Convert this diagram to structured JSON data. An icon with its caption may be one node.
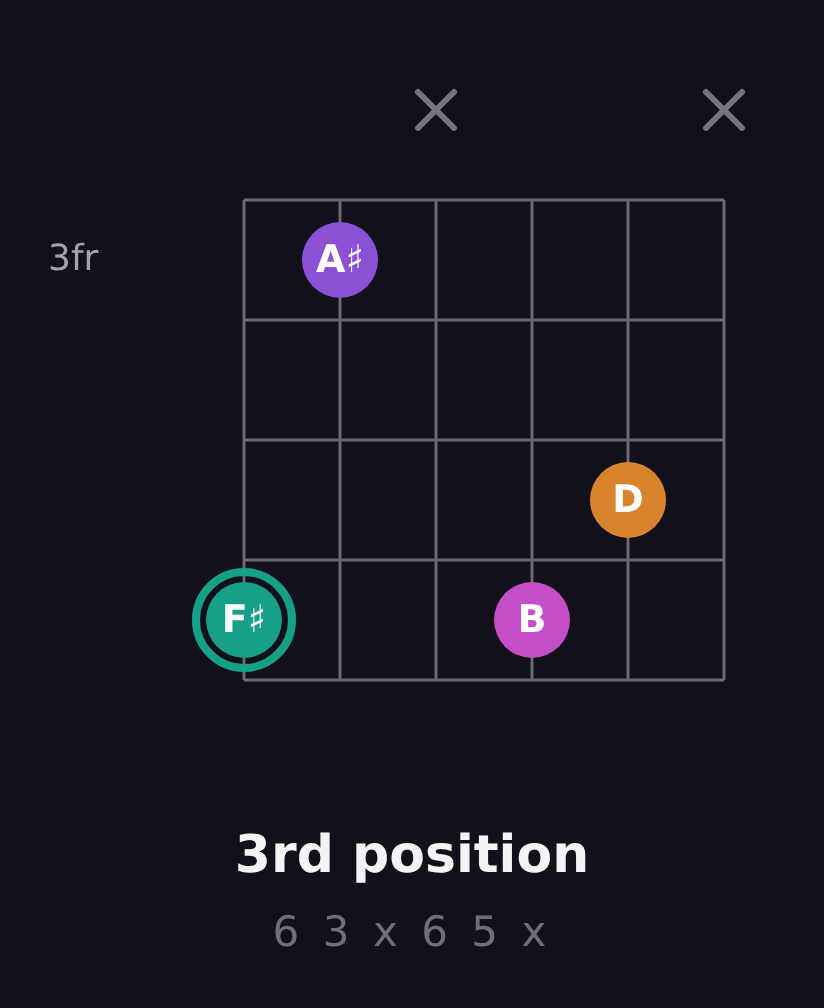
{
  "diagram": {
    "title": "3rd position",
    "caption": "6 3 x 6 5 x",
    "nodes": [
      {
        "text": [
          "A♯"
        ]
      },
      {
        "text": [
          "D"
        ]
      },
      {
        "text": [
          "F♯"
        ]
      },
      {
        "text": [
          "B"
        ]
      }
    ],
    "labels": [
      "3fr"
    ]
  }
}
